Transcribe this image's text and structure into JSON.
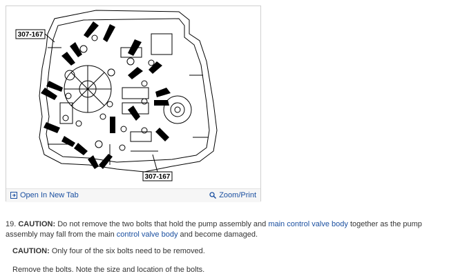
{
  "figure": {
    "callout_top": "307-167",
    "callout_bottom": "307-167",
    "open_tab_label": "Open In New Tab",
    "zoom_label": "Zoom/Print"
  },
  "step": {
    "number": "19.",
    "caution_label": "CAUTION:",
    "text1": "Do not remove the two bolts that hold the pump assembly and",
    "link1": "main control valve body",
    "text2": "together as the pump assembly may fall from the main",
    "link2": "control valve body",
    "text3": "and become damaged."
  },
  "caution2": {
    "label": "CAUTION:",
    "text": "Only four of the six bolts need to be removed."
  },
  "remove": {
    "text": "Remove the bolts. Note the size and location of the bolts."
  }
}
